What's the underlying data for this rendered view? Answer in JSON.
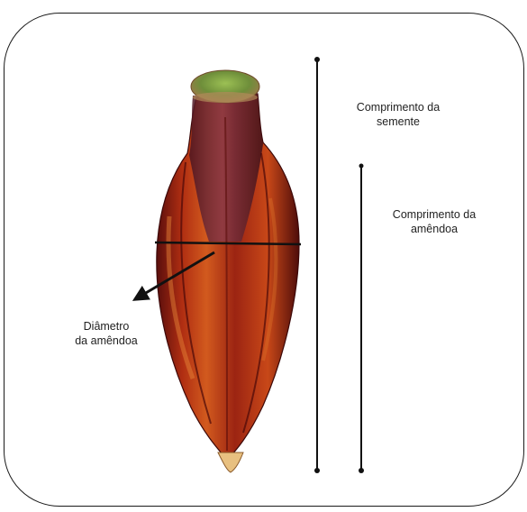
{
  "labels": {
    "seed_length": "Comprimento da\nsemente",
    "kernel_length": "Comprimento da\namêndoa",
    "kernel_diameter": "Diâmetro\nda amêndoa"
  },
  "colors": {
    "seed_dark": "#5e1010",
    "seed_mid": "#9a2414",
    "seed_light": "#c8461c",
    "seed_highlight": "#e0782a",
    "neck": "#7a2a3a",
    "tip_green": "#8aa84a",
    "line": "#111111",
    "frame": "#1a1a1a"
  }
}
